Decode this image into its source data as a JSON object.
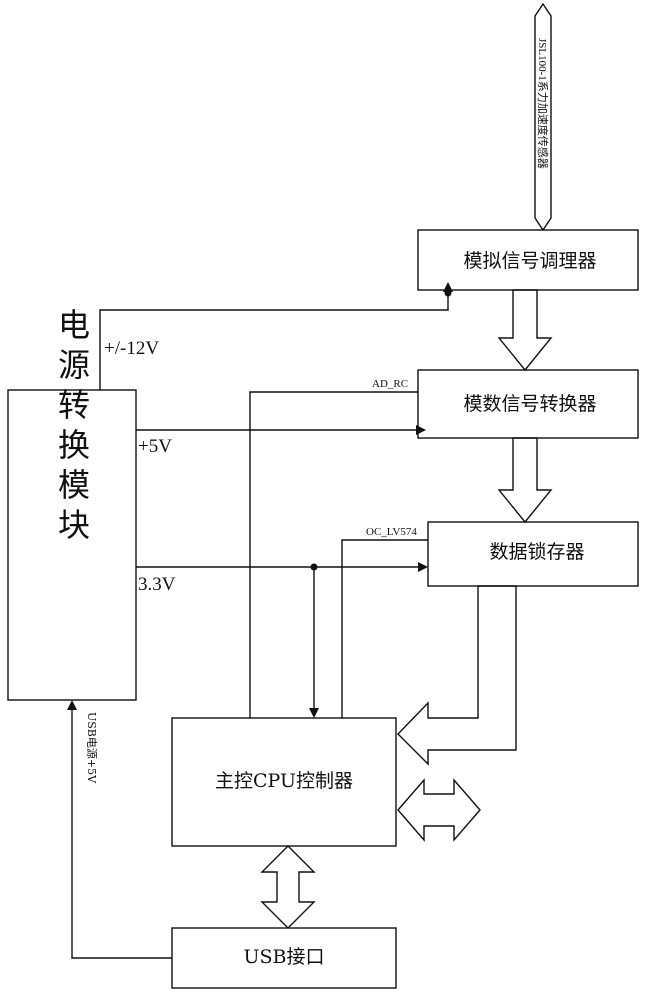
{
  "diagram": {
    "sensor_label": "JSL100-1系力加速度传感器",
    "blocks": {
      "analog_conditioner": "模拟信号调理器",
      "adc": "模数信号转换器",
      "latch": "数据锁存器",
      "power_module": "电源转换模块",
      "cpu": "主控CPU控制器",
      "usb": "USB接口"
    },
    "rails": {
      "v12": "+/-12V",
      "v5": "+5V",
      "v33": "3.3V",
      "usb_power": "USB电源+5V"
    },
    "signals": {
      "ad_rc": "AD_RC",
      "oc": "OC_LV574"
    }
  }
}
